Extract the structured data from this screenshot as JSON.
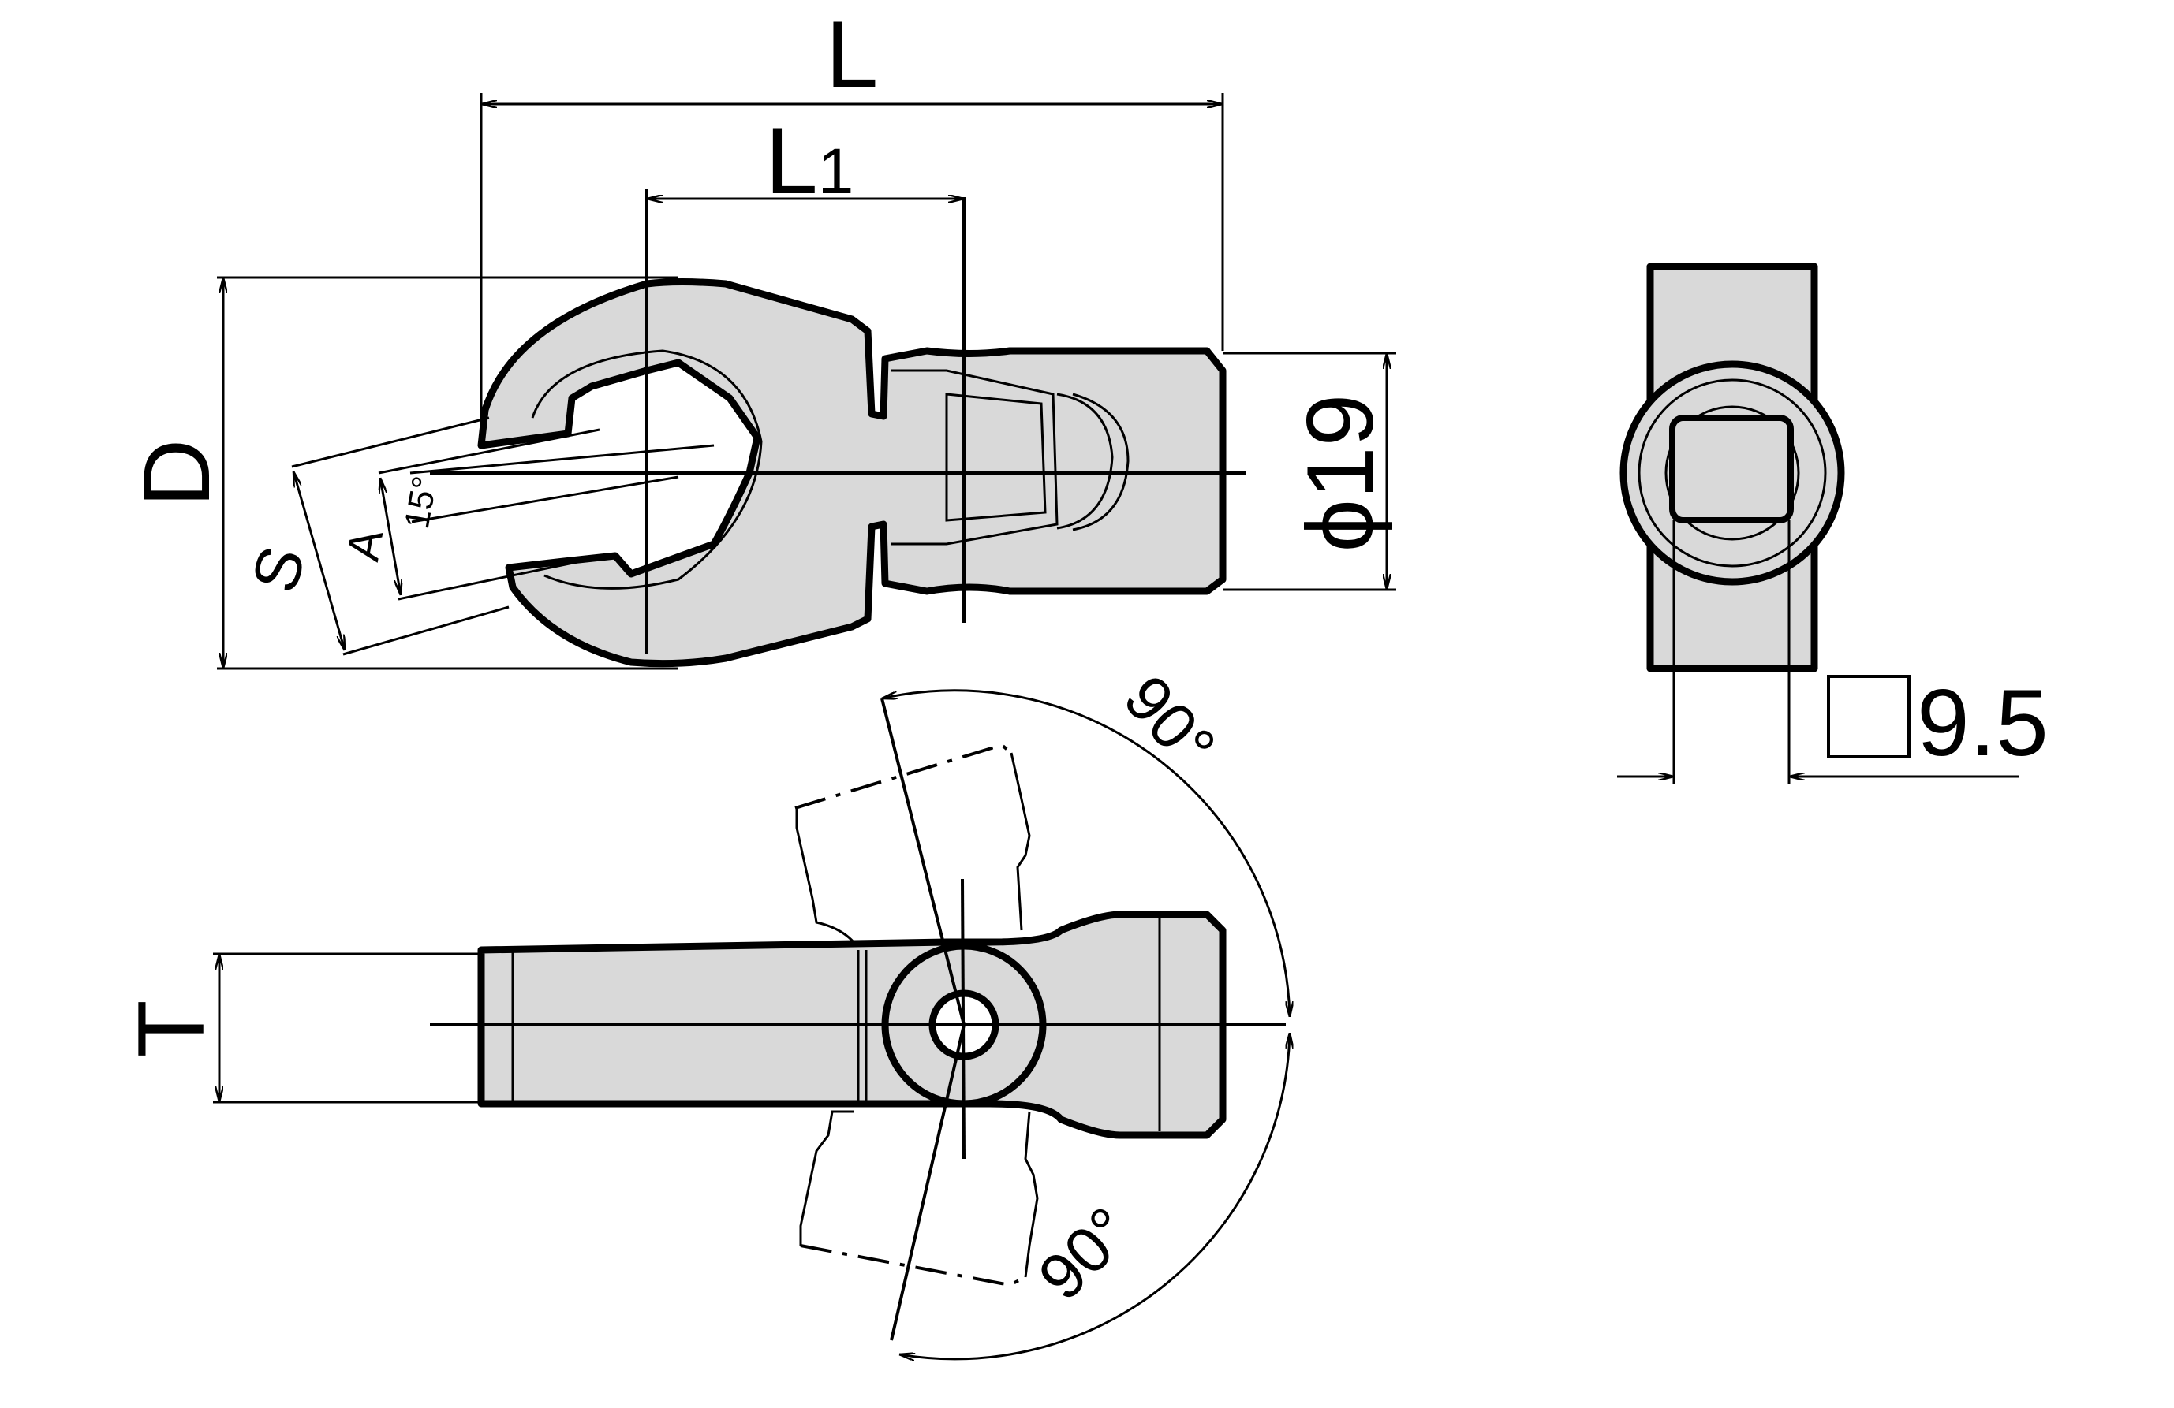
{
  "labels": {
    "L": "L",
    "L1_main": "L",
    "L1_sub": "1",
    "D": "D",
    "S": "S",
    "A": "A",
    "angle_15": "15°",
    "phi19": "ϕ19",
    "T": "T",
    "angle_top": "90°",
    "angle_bottom": "90°",
    "square_size": "9.5"
  },
  "colors": {
    "fill": "#d9d9d9",
    "stroke": "#000000"
  }
}
